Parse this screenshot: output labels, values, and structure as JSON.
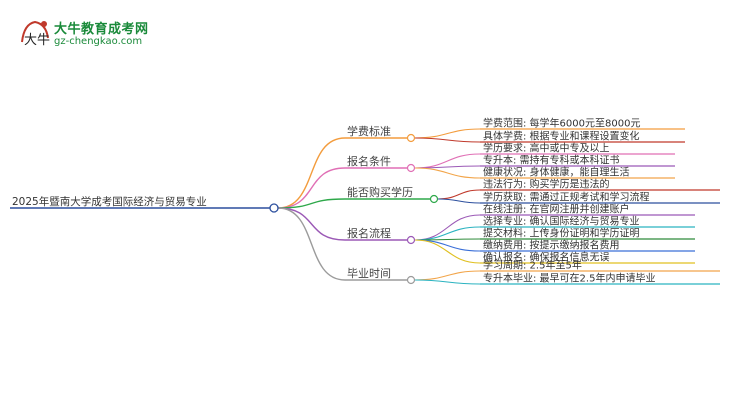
{
  "logo": {
    "glyph": "大牛",
    "title": "大牛教育成考网",
    "url": "gz-chengkao.com"
  },
  "mindmap": {
    "root": "2025年暨南大学成考国际经济与贸易专业",
    "branches": [
      {
        "label": "学费标准",
        "color": "#f39c3d",
        "children": [
          {
            "text": "学费范围: 每学年6000元至8000元",
            "color": "#f39c3d"
          },
          {
            "text": "具体学费: 根据专业和课程设置变化",
            "color": "#c0392b"
          }
        ]
      },
      {
        "label": "报名条件",
        "color": "#e06fb5",
        "children": [
          {
            "text": "学历要求: 高中或中专及以上",
            "color": "#e06fb5"
          },
          {
            "text": "专升本: 需持有专科或本科证书",
            "color": "#9b59b6"
          },
          {
            "text": "健康状况: 身体健康，能自理生活",
            "color": "#f2a54a"
          }
        ]
      },
      {
        "label": "能否购买学历",
        "color": "#2ea84a",
        "children": [
          {
            "text": "违法行为: 购买学历是违法的",
            "color": "#c0392b"
          },
          {
            "text": "学历获取: 需通过正规考试和学习流程",
            "color": "#2c4f9e"
          }
        ]
      },
      {
        "label": "报名流程",
        "color": "#9b59b6",
        "children": [
          {
            "text": "在线注册: 在官网注册并创建账户",
            "color": "#9b59b6"
          },
          {
            "text": "选择专业: 确认国际经济与贸易专业",
            "color": "#2bb3c0"
          },
          {
            "text": "提交材料: 上传身份证明和学历证明",
            "color": "#2e8b3a"
          },
          {
            "text": "缴纳费用: 按提示缴纳报名费用",
            "color": "#3a6fd8"
          },
          {
            "text": "确认报名: 确保报名信息无误",
            "color": "#e0c020"
          }
        ]
      },
      {
        "label": "毕业时间",
        "color": "#9b9b9b",
        "children": [
          {
            "text": "学习周期: 2.5年至5年",
            "color": "#f2a54a"
          },
          {
            "text": "专升本毕业: 最早可在2.5年内申请毕业",
            "color": "#2bb3c0"
          }
        ]
      }
    ]
  }
}
